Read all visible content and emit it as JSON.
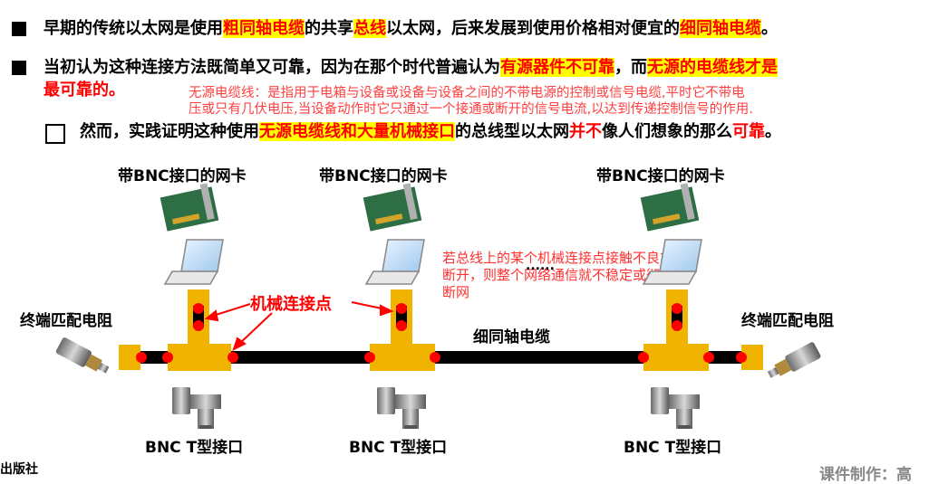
{
  "bullets": {
    "line1": {
      "parts": [
        {
          "t": "早期的传统以太网是使用",
          "hl": false
        },
        {
          "t": "粗同轴电缆",
          "hl": true
        },
        {
          "t": "的共享",
          "hl": false
        },
        {
          "t": "总线",
          "hl": true
        },
        {
          "t": "以太网，后来发展到使用价格相对便宜的",
          "hl": false
        },
        {
          "t": "细同轴电缆",
          "hl": true
        },
        {
          "t": "。",
          "hl": false
        }
      ]
    },
    "line2": {
      "a": "当初认为这种连接方法既简单又可靠，因为在那个时代普遍认为",
      "b": "有源器件不可靠",
      "c": "，而",
      "d": "无源的电缆线才是",
      "e": "最可靠的",
      "f": "。"
    },
    "note": {
      "l1": "无源电缆线：是指用于电箱与设备或设备与设备之间的不带电源的控制或信号电缆,平时它不带电",
      "l2": "压或只有几伏电压,当设备动作时它只通过一个接通或断开的信号电流,以达到传递控制信号的作用."
    },
    "line3": {
      "a": "然而，实践证明这种使用",
      "b": "无源电缆线和大量机械接口",
      "c": "的总线型以太网",
      "d": "并不",
      "e": "像人们想象的那么",
      "f": "可靠",
      "g": "。"
    }
  },
  "diagram": {
    "nic_label": "带BNC接口的网卡",
    "terminator_label": "终端匹配电阻",
    "mech_point_label": "机械连接点",
    "cable_label": "细同轴电缆",
    "bnc_t_label": "BNC T型接口",
    "fault_note": [
      "若总线上的某个机械连接点接触不良或",
      "断开，则整个网络通信就不稳定或彻底",
      "断网"
    ],
    "ellipsis": "......"
  },
  "footer": {
    "publisher": "出版社",
    "author": "课件制作：高"
  },
  "colors": {
    "highlight": "#ffff00",
    "accent_red": "#ff0000",
    "note_red": "#ff4040",
    "connector": "#f0b400",
    "cable": "#000000"
  }
}
